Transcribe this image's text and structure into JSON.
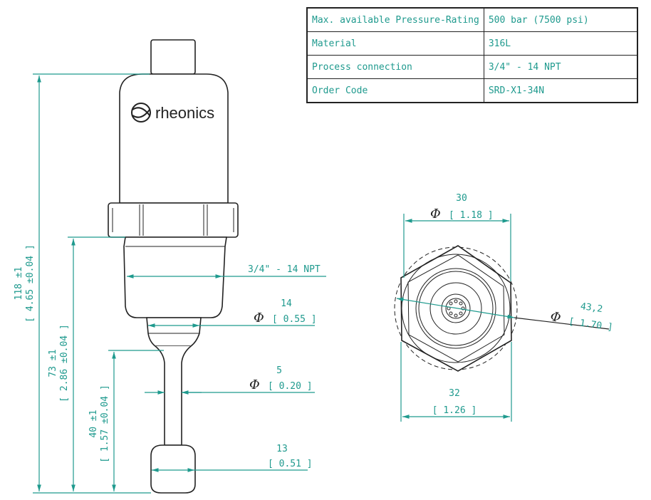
{
  "spec_table": [
    {
      "key": "Max. available Pressure-Rating",
      "value": "500 bar (7500 psi)"
    },
    {
      "key": "Material",
      "value": "316L"
    },
    {
      "key": "Process connection",
      "value": "3/4\" - 14 NPT"
    },
    {
      "key": "Order Code",
      "value": "SRD-X1-34N"
    }
  ],
  "logo": {
    "text": "rheonics"
  },
  "side_view": {
    "overall_height": {
      "mm": "118 ±1",
      "inch": "[ 4.65 ±0.04 ]"
    },
    "immersion_height": {
      "mm": "73 ±1",
      "inch": "[ 2.86 ±0.04 ]"
    },
    "probe_height": {
      "mm": "40 ±1",
      "inch": "[ 1.57 ±0.04 ]"
    },
    "thread_label": "3/4\" - 14 NPT",
    "neck_dia": {
      "mm": "14",
      "inch": "[ 0.55 ]"
    },
    "stem_dia": {
      "mm": "5",
      "inch": "[ 0.20 ]"
    },
    "tip_dia": {
      "mm": "13",
      "inch": "[ 0.51 ]"
    }
  },
  "top_view": {
    "body_dia": {
      "mm": "30",
      "inch": "[ 1.18 ]"
    },
    "hex_flats": {
      "mm": "32",
      "inch": "[ 1.26 ]"
    },
    "hex_corners": {
      "mm": "43,2",
      "inch": "[ 1.70 ]"
    }
  },
  "colors": {
    "dimension": "#1f9a8e",
    "outline": "#222222"
  }
}
